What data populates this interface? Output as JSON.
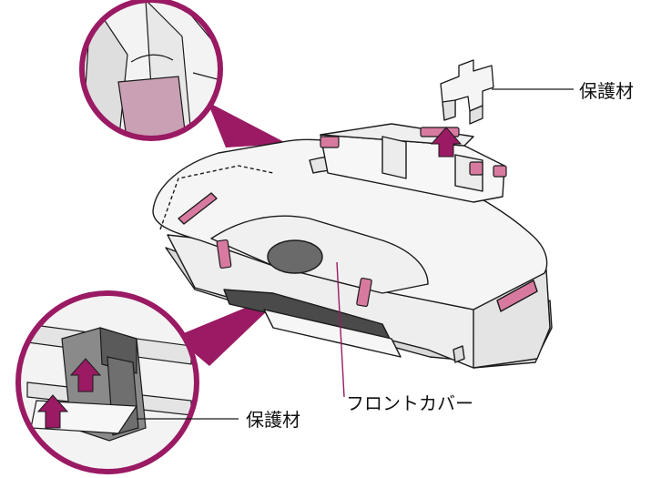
{
  "labels": {
    "protective_material_top": "保護材",
    "protective_material_bottom": "保護材",
    "front_cover": "フロントカバー"
  },
  "colors": {
    "accent_magenta": "#9a1a63",
    "tape_pink": "#d87aa0",
    "outline": "#1a1a1a",
    "body_fill": "#f4f4f4",
    "shade_fill": "#cfcfcf",
    "dark_fill": "#5a5a5a"
  },
  "icons": [
    "arrow-up-icon"
  ]
}
